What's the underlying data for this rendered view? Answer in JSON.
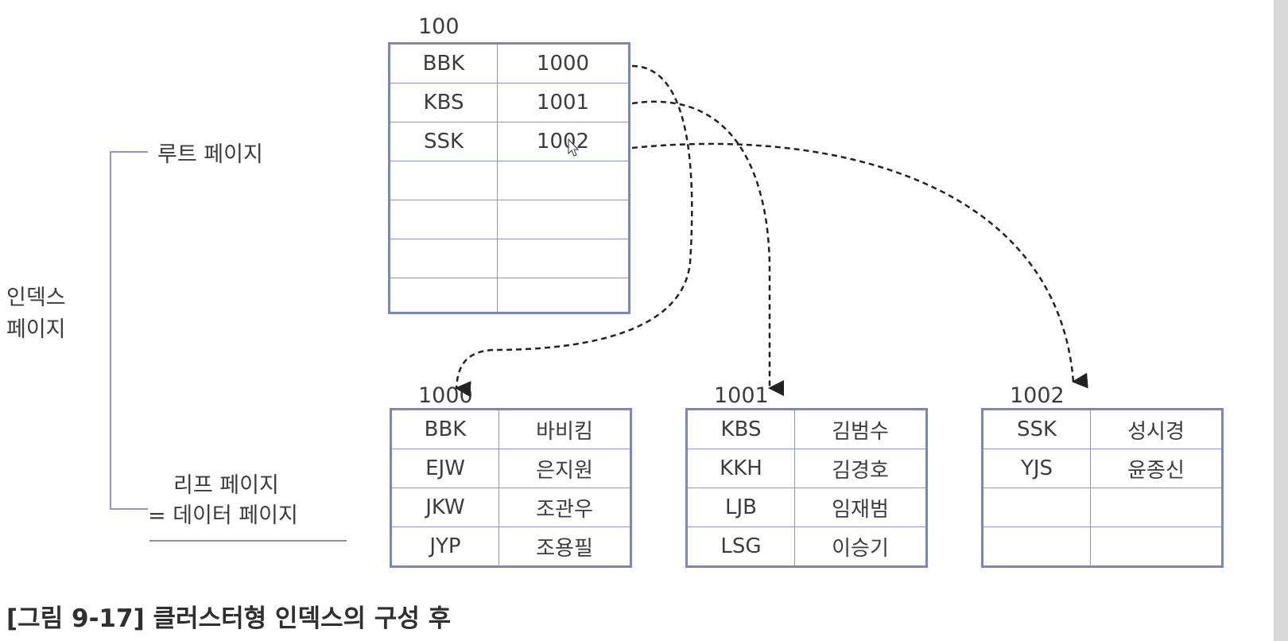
{
  "root_page": {
    "id": "100",
    "rows": [
      {
        "key": "BBK",
        "ptr": "1000"
      },
      {
        "key": "KBS",
        "ptr": "1001"
      },
      {
        "key": "SSK",
        "ptr": "1002"
      },
      {
        "key": "",
        "ptr": ""
      },
      {
        "key": "",
        "ptr": ""
      },
      {
        "key": "",
        "ptr": ""
      },
      {
        "key": "",
        "ptr": ""
      }
    ]
  },
  "leaf_pages": [
    {
      "id": "1000",
      "rows": [
        {
          "key": "BBK",
          "name": "바비킴"
        },
        {
          "key": "EJW",
          "name": "은지원"
        },
        {
          "key": "JKW",
          "name": "조관우"
        },
        {
          "key": "JYP",
          "name": "조용필"
        }
      ]
    },
    {
      "id": "1001",
      "rows": [
        {
          "key": "KBS",
          "name": "김범수"
        },
        {
          "key": "KKH",
          "name": "김경호"
        },
        {
          "key": "LJB",
          "name": "임재범"
        },
        {
          "key": "LSG",
          "name": "이승기"
        }
      ]
    },
    {
      "id": "1002",
      "rows": [
        {
          "key": "SSK",
          "name": "성시경"
        },
        {
          "key": "YJS",
          "name": "윤종신"
        },
        {
          "key": "",
          "name": ""
        },
        {
          "key": "",
          "name": ""
        }
      ]
    }
  ],
  "labels": {
    "index_page_line1": "인덱스",
    "index_page_line2": "페이지",
    "root_page": "루트 페이지",
    "leaf_page": "리프 페이지",
    "data_page": "= 데이터 페이지"
  },
  "caption": "[그림 9-17] 클러스터형 인덱스의 구성 후",
  "colors": {
    "table_border": "#7b86bd",
    "arrow": "#222222"
  }
}
